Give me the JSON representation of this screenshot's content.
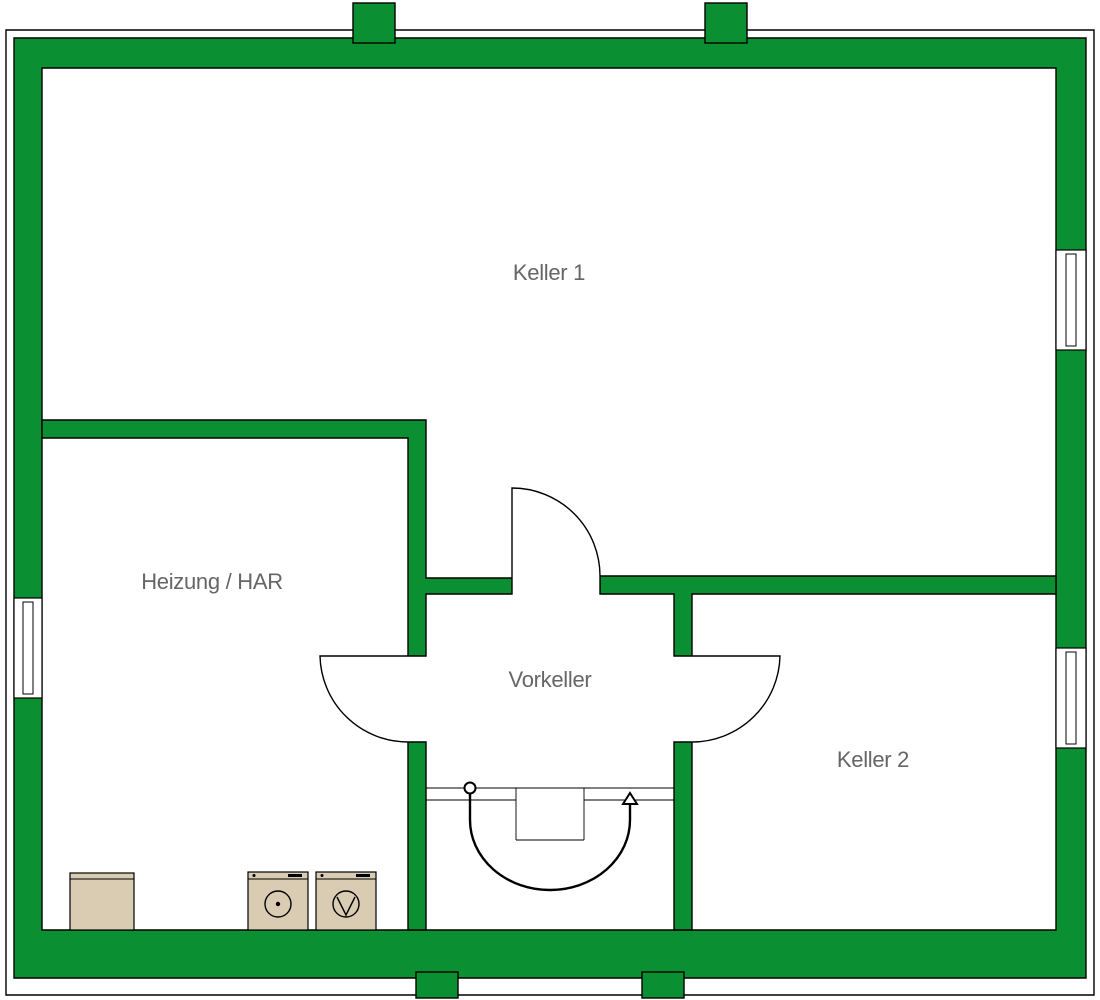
{
  "colors": {
    "wall": "#0a8f32",
    "room_fill": "#ffffff",
    "appliance": "#d9ccb3",
    "label": "#666666"
  },
  "rooms": {
    "keller1": {
      "label": "Keller 1"
    },
    "heizung": {
      "label": "Heizung / HAR"
    },
    "vorkeller": {
      "label": "Vorkeller"
    },
    "keller2": {
      "label": "Keller 2"
    }
  },
  "icons": {
    "washer": "washing-machine-icon",
    "dryer": "dryer-icon",
    "boiler": "boiler-icon",
    "stairs": "staircase-icon"
  }
}
